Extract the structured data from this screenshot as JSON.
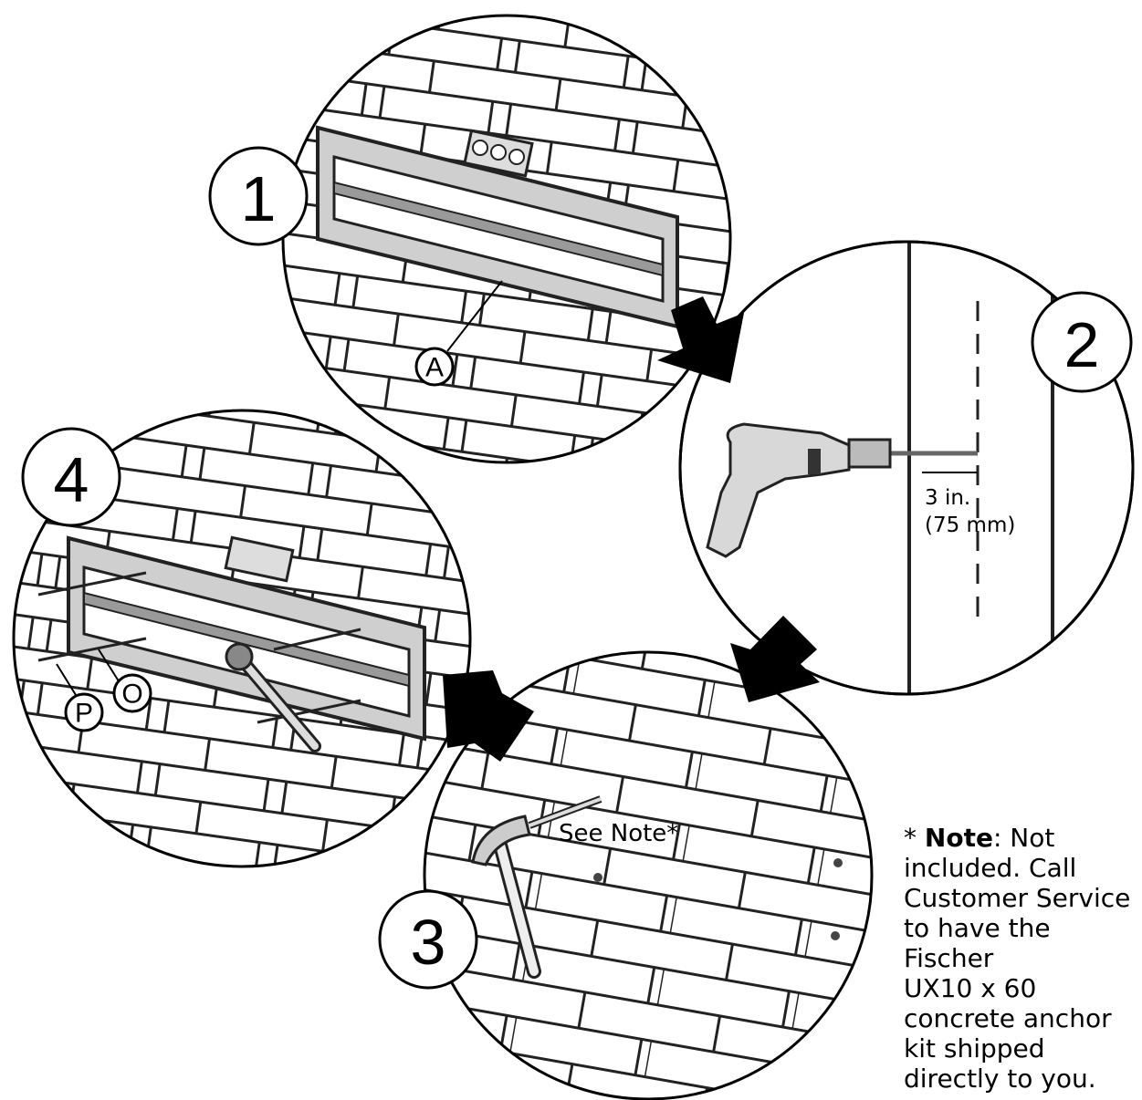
{
  "steps": [
    {
      "number": "1",
      "labels": [
        "A"
      ]
    },
    {
      "number": "2",
      "dimension_in": "3 in.",
      "dimension_mm": "(75 mm)"
    },
    {
      "number": "3",
      "callout": "See Note*"
    },
    {
      "number": "4",
      "labels": [
        "P",
        "O"
      ]
    }
  ],
  "note": {
    "prefix": "* ",
    "label": "Note",
    "lines": [
      ": Not",
      "included. Call",
      "Customer Service",
      "to have the Fischer",
      "UX10 x 60",
      "concrete anchor",
      "kit shipped",
      "directly to you."
    ]
  }
}
